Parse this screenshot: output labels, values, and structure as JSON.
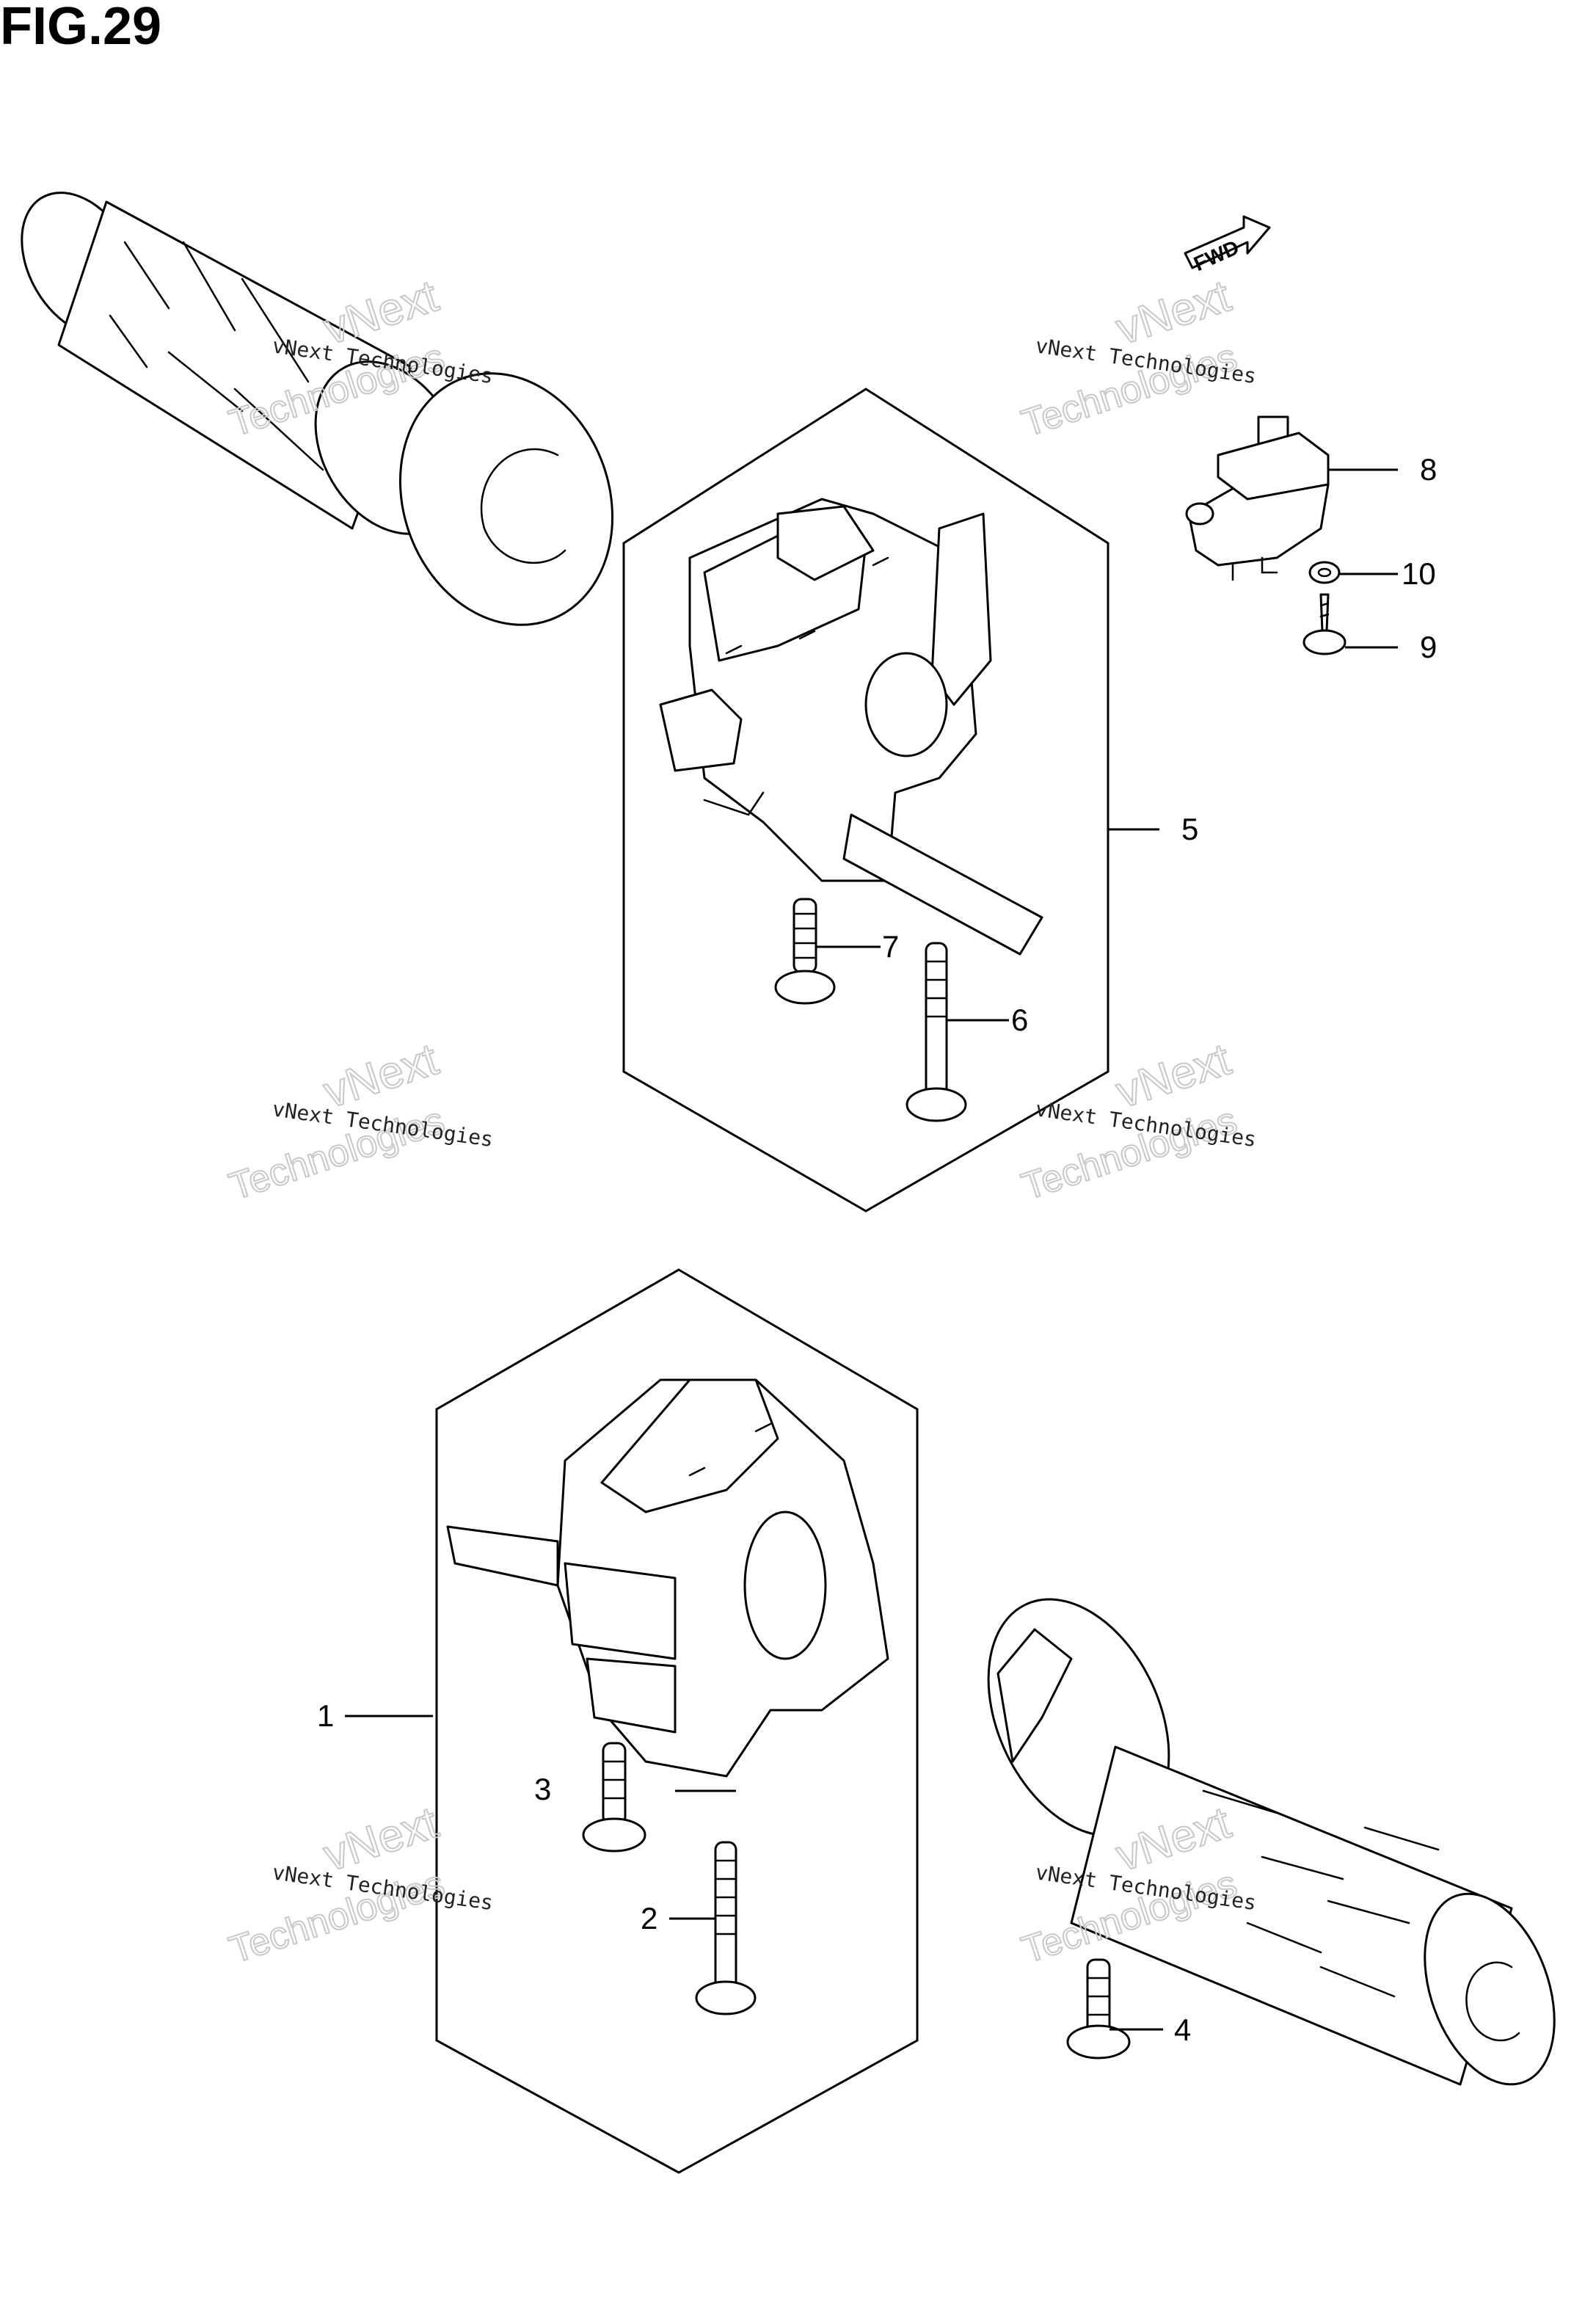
{
  "figure": {
    "title": "FIG.29"
  },
  "fwd_label": "FWD",
  "watermark": {
    "line1": "vNext Technologies",
    "line2": "vNext",
    "line3": "Technologies"
  },
  "callouts": [
    "1",
    "2",
    "3",
    "4",
    "5",
    "6",
    "7",
    "8",
    "9",
    "10"
  ]
}
